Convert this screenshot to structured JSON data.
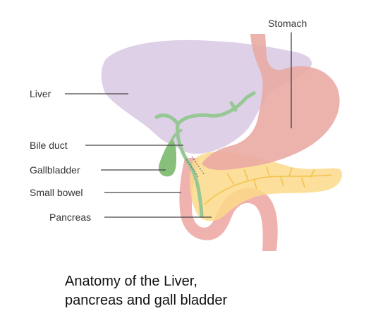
{
  "labels": {
    "stomach": "Stomach",
    "liver": "Liver",
    "bile_duct": "Bile duct",
    "gallbladder": "Gallbladder",
    "small_bowel": "Small bowel",
    "pancreas": "Pancreas"
  },
  "caption": {
    "line1": "Anatomy of the Liver,",
    "line2": "pancreas and gall bladder"
  },
  "colors": {
    "liver": "#d8c8e3",
    "stomach": "#e9a9a2",
    "pancreas": "#fcd98a",
    "pancreas_vessels": "#f3c24b",
    "bowel": "#eeaaa5",
    "bile": "#97c794",
    "gallbladder": "#86c07a",
    "leader": "#444444"
  }
}
